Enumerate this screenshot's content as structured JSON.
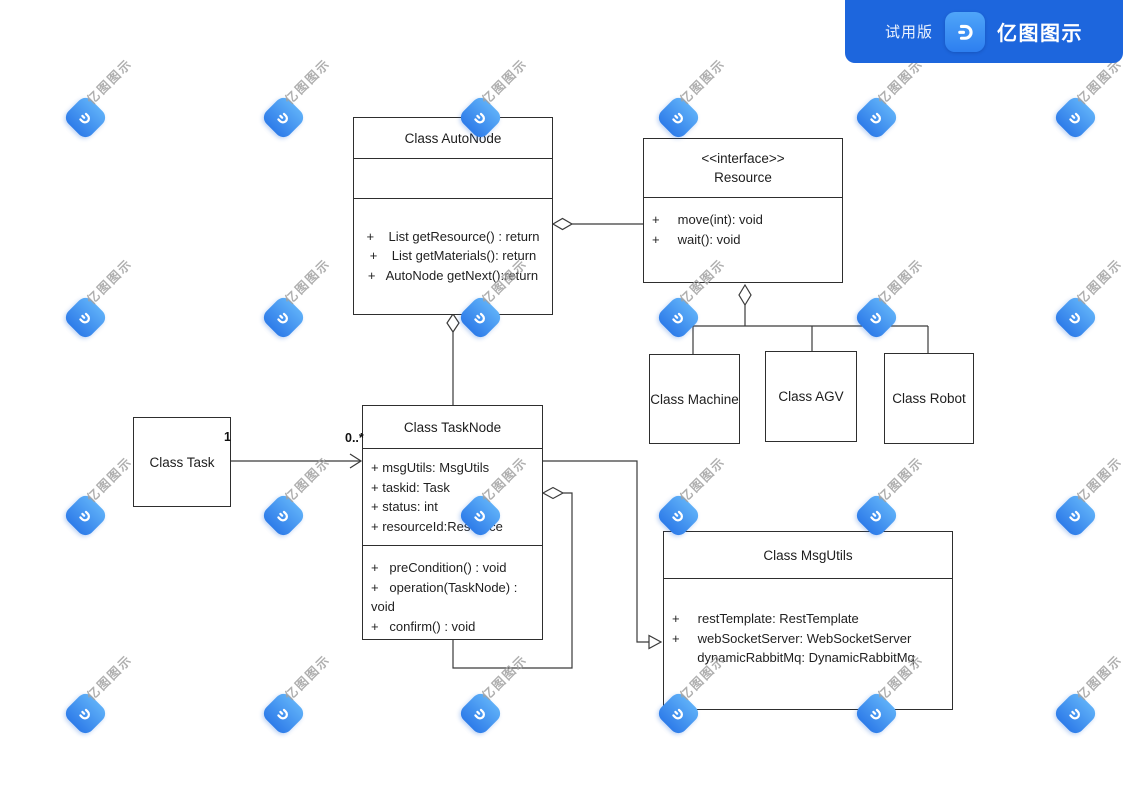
{
  "badge": {
    "trial_label": "试用版",
    "brand": "亿图图示"
  },
  "watermark": {
    "text": "亿图图示"
  },
  "diagram": {
    "classes": [
      {
        "id": "autonode",
        "title": "Class AutoNode",
        "attributes": [],
        "methods": [
          "+    List getResource() : return",
          "+    List getMaterials(): return",
          "+   AutoNode getNext():return"
        ]
      },
      {
        "id": "resource",
        "stereotype": "<<interface>>",
        "title": "Resource",
        "methods": [
          "+     move(int): void",
          "+     wait(): void"
        ]
      },
      {
        "id": "tasknode",
        "title": "Class TaskNode",
        "attributes": [
          "+ msgUtils: MsgUtils",
          "+ taskid: Task",
          "+ status: int",
          "+ resourceId:Resource"
        ],
        "methods": [
          "+   preCondition() : void",
          "+   operation(TaskNode) : void",
          "+   confirm() : void"
        ]
      },
      {
        "id": "task",
        "title": "Class Task"
      },
      {
        "id": "machine",
        "title": "Class Machine"
      },
      {
        "id": "agv",
        "title": "Class AGV"
      },
      {
        "id": "robot",
        "title": "Class Robot"
      },
      {
        "id": "msgutils",
        "title": "Class MsgUtils",
        "attributes": [
          "+     restTemplate: RestTemplate",
          "+     webSocketServer: WebSocketServer",
          "       dynamicRabbitMq: DynamicRabbitMq"
        ]
      }
    ],
    "labels": {
      "task_end": "1",
      "tasknode_end": "0..*"
    }
  },
  "colors": {
    "badge_blue": "#1d66dd",
    "icon_blue_light": "#4fa5f9",
    "icon_blue_dark": "#2d7ff0",
    "line": "#3a3a3a",
    "watermark_gray": "#a2a2a2"
  }
}
